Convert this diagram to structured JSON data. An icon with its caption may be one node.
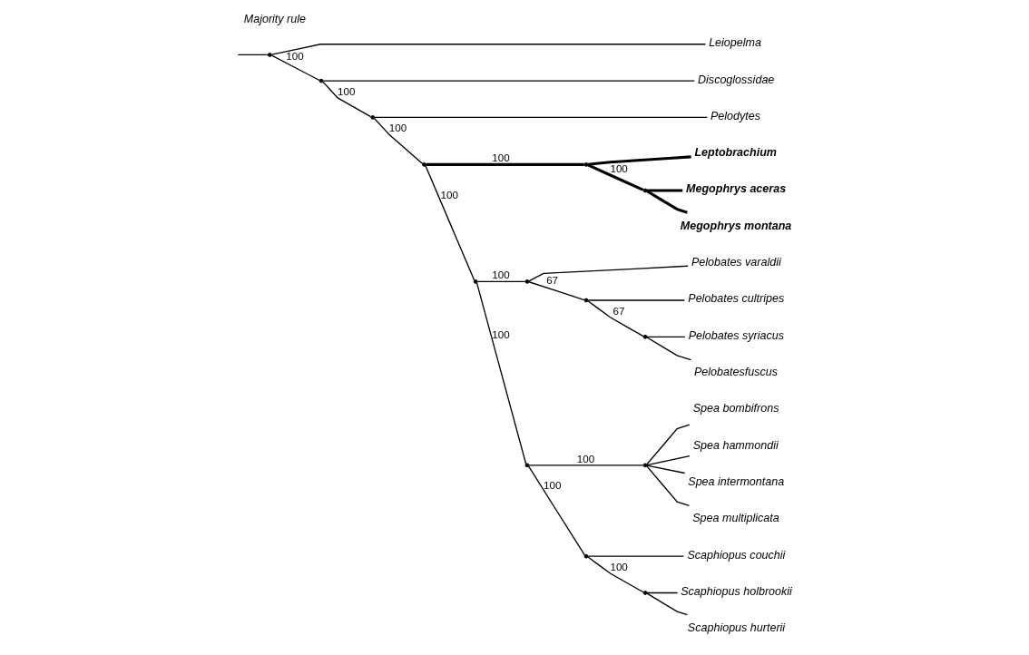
{
  "diagram": {
    "title": "Majority rule",
    "nodes": [
      {
        "text": [
          "Leiopelma"
        ]
      },
      {
        "text": [
          "Discoglossidae"
        ]
      },
      {
        "text": [
          "Leptobrachium"
        ]
      },
      {
        "text": [
          "Megophrys aceras"
        ]
      },
      {
        "text": [
          "Megophrys montana"
        ]
      },
      {
        "text": [
          "Pelobates cultripes"
        ]
      },
      {
        "text": [
          "Pelobates syriacus"
        ]
      },
      {
        "text": [
          "Pelobatesfuscus"
        ]
      },
      {
        "text": [
          "Pelobates varaldii"
        ]
      },
      {
        "text": [
          "Spea bombifrons"
        ]
      },
      {
        "text": [
          "Spea hammondii"
        ]
      },
      {
        "text": [
          "Spea intermontana"
        ]
      },
      {
        "text": [
          "Spea multiplicata"
        ]
      },
      {
        "text": [
          "Scaphiopus couchii"
        ]
      },
      {
        "text": [
          "Scaphiopus holbrookii"
        ]
      },
      {
        "text": [
          "Scaphiopus hurterii"
        ]
      },
      {
        "text": [
          "Pelodytes"
        ]
      },
      {
        "text": [],
        "shape": "point"
      },
      {
        "text": [],
        "shape": "point"
      },
      {
        "text": [],
        "shape": "point"
      },
      {
        "text": [],
        "shape": "point"
      },
      {
        "text": [],
        "shape": "point"
      },
      {
        "text": [],
        "shape": "point"
      },
      {
        "text": [],
        "shape": "point"
      },
      {
        "text": [],
        "shape": "point"
      },
      {
        "text": [],
        "shape": "point"
      },
      {
        "text": [],
        "shape": "point"
      },
      {
        "text": [],
        "shape": "point"
      },
      {
        "text": [],
        "shape": "point"
      },
      {
        "text": [],
        "shape": "point"
      },
      {
        "text": [],
        "shape": "point"
      }
    ],
    "edges": [
      {
        "from": null,
        "to": 17,
        "arrow": "none"
      },
      {
        "from": 17,
        "to": 0,
        "arrow": "none"
      },
      {
        "from": 17,
        "to": 18,
        "arrow": "none",
        "label": "100"
      },
      {
        "from": 18,
        "to": 1,
        "arrow": "none"
      },
      {
        "from": 18,
        "to": 19,
        "arrow": "none",
        "label": "100"
      },
      {
        "from": 19,
        "to": 20,
        "arrow": "none",
        "label": "100"
      },
      {
        "from": 19,
        "to": 16,
        "arrow": "none"
      },
      {
        "from": 20,
        "to": 21,
        "arrow": "none",
        "label": "100",
        "style": "thick"
      },
      {
        "from": 20,
        "to": 23,
        "arrow": "none",
        "label": "100"
      },
      {
        "from": 21,
        "to": 2,
        "arrow": "none",
        "style": "thick"
      },
      {
        "from": 21,
        "to": 22,
        "arrow": "none",
        "label": "100",
        "style": "thick"
      },
      {
        "from": 22,
        "to": 3,
        "arrow": "none",
        "style": "thick"
      },
      {
        "from": 22,
        "to": 4,
        "arrow": "none",
        "style": "thick"
      },
      {
        "from": 23,
        "to": 24,
        "arrow": "none",
        "label": "100"
      },
      {
        "from": 23,
        "to": 27,
        "arrow": "none",
        "label": "100"
      },
      {
        "from": 24,
        "to": 25,
        "arrow": "none",
        "label": "67"
      },
      {
        "from": 24,
        "to": 8,
        "arrow": "none"
      },
      {
        "from": 25,
        "to": 5,
        "arrow": "none"
      },
      {
        "from": 25,
        "to": 26,
        "arrow": "none",
        "label": "67"
      },
      {
        "from": 26,
        "to": 6,
        "arrow": "none"
      },
      {
        "from": 26,
        "to": 7,
        "arrow": "none"
      },
      {
        "from": 27,
        "to": 28,
        "arrow": "none",
        "label": "100"
      },
      {
        "from": 27,
        "to": 29,
        "arrow": "none",
        "label": "100"
      },
      {
        "from": 28,
        "to": 9,
        "arrow": "none"
      },
      {
        "from": 28,
        "to": 10,
        "arrow": "none"
      },
      {
        "from": 28,
        "to": 11,
        "arrow": "none"
      },
      {
        "from": 28,
        "to": 12,
        "arrow": "none"
      },
      {
        "from": 29,
        "to": 13,
        "arrow": "none"
      },
      {
        "from": 29,
        "to": 30,
        "arrow": "none",
        "label": "100"
      },
      {
        "from": 30,
        "to": 14,
        "arrow": "none"
      },
      {
        "from": 30,
        "to": 15,
        "arrow": "none"
      }
    ]
  }
}
